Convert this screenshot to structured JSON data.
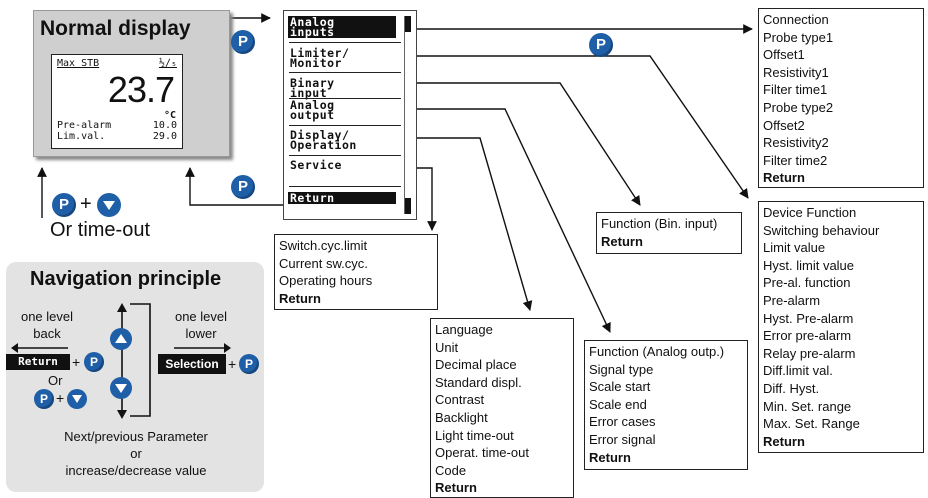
{
  "normal_display": {
    "title": "Normal display",
    "screen": {
      "top_left": "Max STB",
      "top_right": "½∕₅",
      "value": "23.7",
      "unit": "°C",
      "rows": [
        {
          "label": "Pre-alarm",
          "value": "10.0"
        },
        {
          "label": "Lim.val.",
          "value": "29.0"
        }
      ]
    }
  },
  "button_labels": {
    "p": "P",
    "plus": "+"
  },
  "timeout_text": "Or time-out",
  "menu": {
    "items": [
      {
        "label": "Analog\ninputs",
        "selected": true
      },
      {
        "label": "Limiter/\nMonitor",
        "selected": false
      },
      {
        "label": "Binary\ninput",
        "selected": false
      },
      {
        "label": "Analog\noutput",
        "selected": false
      },
      {
        "label": "Display/\nOperation",
        "selected": false
      },
      {
        "label": "Service",
        "selected": false
      },
      {
        "label": "Return",
        "selected": true
      }
    ]
  },
  "lists": {
    "analog_inputs": [
      "Connection",
      "Probe type1",
      "Offset1",
      "Resistivity1",
      "Filter time1",
      "Probe type2",
      "Offset2",
      "Resistivity2",
      "Filter time2",
      "Return"
    ],
    "limiter": [
      "Device Function",
      "Switching behaviour",
      "Limit value",
      "Hyst. limit value",
      "Pre-al. function",
      "Pre-alarm",
      "Hyst. Pre-alarm",
      "Error pre-alarm",
      "Relay pre-alarm",
      "Diff.limit val.",
      "Diff. Hyst.",
      "Min. Set. range",
      "Max. Set. Range",
      "Return"
    ],
    "binary_input": [
      "Function (Bin. input)",
      "Return"
    ],
    "analog_output": [
      "Function (Analog outp.)",
      "Signal type",
      "Scale start",
      "Scale end",
      "Error cases",
      "Error signal",
      "Return"
    ],
    "display_operation": [
      "Language",
      "Unit",
      "Decimal place",
      "Standard displ.",
      "Contrast",
      "Backlight",
      "Light time-out",
      "Operat. time-out",
      "Code",
      "Return"
    ],
    "service": [
      "Switch.cyc.limit",
      "Current sw.cyc.",
      "Operating hours",
      "Return"
    ]
  },
  "navigation": {
    "title": "Navigation principle",
    "level_back": "one level\nback",
    "level_lower": "one level\nlower",
    "return_label": "Return",
    "or_text": "Or",
    "selection_label": "Selection",
    "next_prev": "Next/previous Parameter\nor\nincrease/decrease value"
  },
  "colors": {
    "button_blue": "#1e5fa8",
    "display_bg": "#cfcfcf",
    "nav_bg": "#e3e3e3"
  }
}
